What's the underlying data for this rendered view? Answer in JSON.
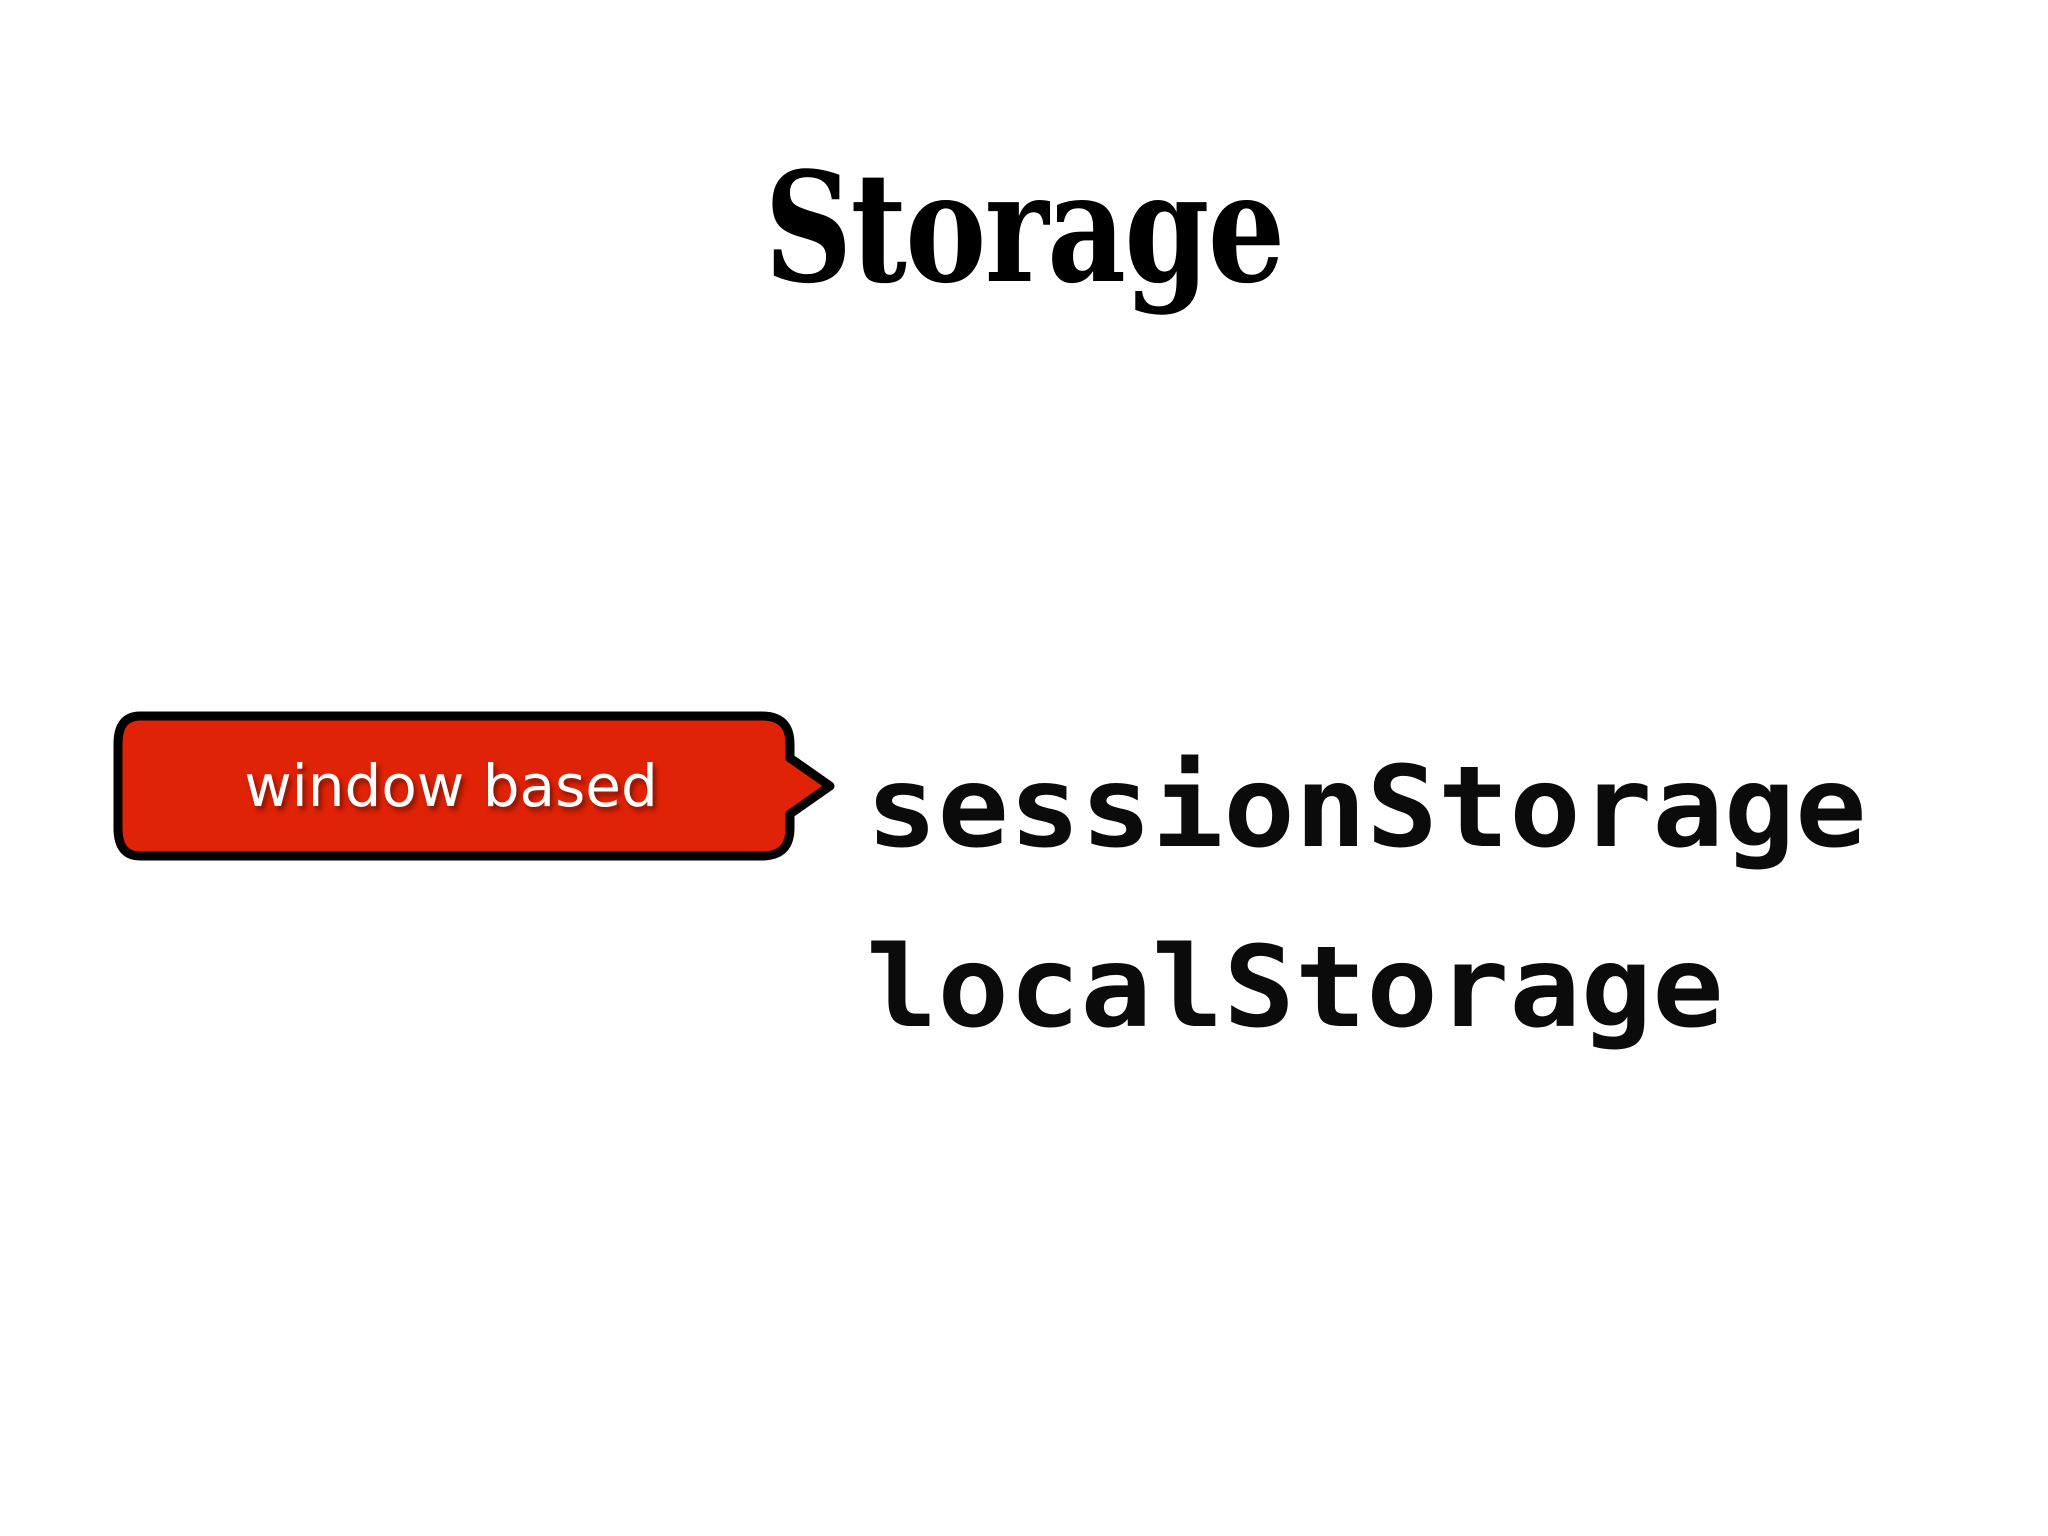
{
  "slide": {
    "title": "Storage",
    "background_color": "#ffffff",
    "text_color": "#000000"
  },
  "callout": {
    "label": "window based",
    "fill_color": "#E02206",
    "border_color": "#000000",
    "label_color": "#ffffff",
    "shape": "rounded-rect-with-right-arrow",
    "points_to": "sessionStorage"
  },
  "code_list": {
    "items": [
      {
        "text": "sessionStorage"
      },
      {
        "text": "localStorage"
      }
    ]
  }
}
